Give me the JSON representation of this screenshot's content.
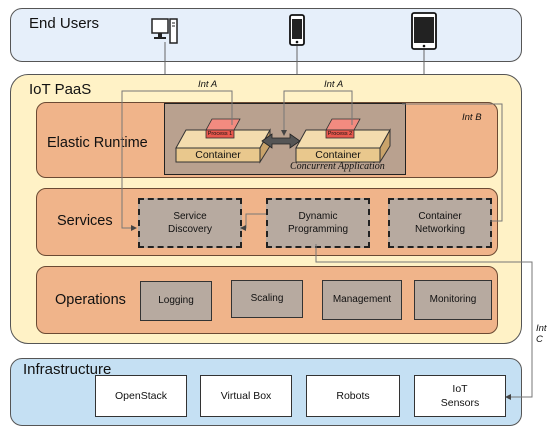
{
  "end_users": {
    "title": "End Users"
  },
  "paas": {
    "title": "IoT PaaS",
    "elastic_runtime": {
      "label": "Elastic Runtime",
      "container_left": "Container",
      "container_right": "Container",
      "process_1": "Process 1",
      "process_2": "Process 2",
      "concurrent_label": "Concurrent Application"
    },
    "services": {
      "label": "Services",
      "items": [
        "Service\nDiscovery",
        "Dynamic\nProgramming",
        "Container\nNetworking"
      ]
    },
    "operations": {
      "label": "Operations",
      "items": [
        "Logging",
        "Scaling",
        "Management",
        "Monitoring"
      ]
    }
  },
  "infrastructure": {
    "title": "Infrastructure",
    "items": [
      "OpenStack",
      "Virtual Box",
      "Robots",
      "IoT\nSensors"
    ]
  },
  "interfaces": {
    "int_a_left": "Int A",
    "int_a_right": "Int A",
    "int_b": "Int B",
    "int_c": "Int C"
  },
  "icons": [
    "desktop-computer-icon",
    "smartphone-icon",
    "tablet-icon"
  ],
  "colors": {
    "end_users_bg": "#e6effa",
    "paas_bg": "#fff2c6",
    "layer_bg": "#f0b48a",
    "box_bg": "#b7aaa0",
    "infrastructure_bg": "#c5e0f3",
    "process_red": "#e8584d",
    "container_tan": "#e9c88d"
  }
}
